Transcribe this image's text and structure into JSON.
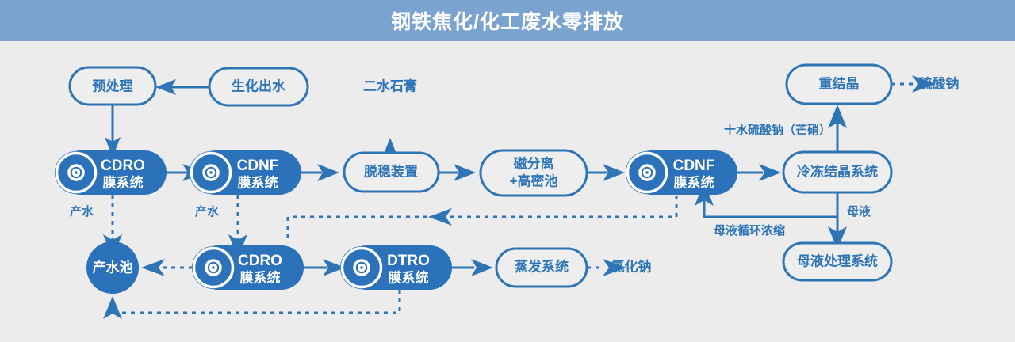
{
  "header": {
    "title": "钢铁焦化/化工废水零排放"
  },
  "colors": {
    "header_bg": "#7aa4cf",
    "page_bg": "#ececec",
    "accent": "#2e75b6",
    "node_fill": "#2b72bb",
    "node_text_light": "#ffffff"
  },
  "diagram": {
    "type": "process-flowchart",
    "nodes": [
      {
        "id": "pretreatment",
        "label": "预处理",
        "style": "pill-outline"
      },
      {
        "id": "bio-effluent",
        "label": "生化出水",
        "style": "pill-outline"
      },
      {
        "id": "gypsum",
        "label": "二水石膏",
        "style": "text"
      },
      {
        "id": "recrystal",
        "label": "重结晶",
        "style": "pill-outline"
      },
      {
        "id": "sodium-sulfate",
        "label": "硫酸钠",
        "style": "text"
      },
      {
        "id": "cdro-top",
        "label_latin": "CDRO",
        "label_cn": "膜系统",
        "style": "pill-filled-disc"
      },
      {
        "id": "cdnf-top",
        "label_latin": "CDNF",
        "label_cn": "膜系统",
        "style": "pill-filled-disc"
      },
      {
        "id": "destabilizer",
        "label": "脱稳装置",
        "style": "pill-outline"
      },
      {
        "id": "magsep",
        "label_line1": "磁分离",
        "label_line2": "+高密池",
        "style": "pill-outline"
      },
      {
        "id": "cdnf-right",
        "label_latin": "CDNF",
        "label_cn": "膜系统",
        "style": "pill-filled-disc"
      },
      {
        "id": "freeze-crystal",
        "label": "冷冻结晶系统",
        "style": "pill-outline"
      },
      {
        "id": "mother-liquor-treat",
        "label": "母液处理系统",
        "style": "pill-outline"
      },
      {
        "id": "product-pool",
        "label": "产水池",
        "style": "circle-filled"
      },
      {
        "id": "cdro-bottom",
        "label_latin": "CDRO",
        "label_cn": "膜系统",
        "style": "pill-filled-disc"
      },
      {
        "id": "dtro-bottom",
        "label_latin": "DTRO",
        "label_cn": "膜系统",
        "style": "pill-filled-disc"
      },
      {
        "id": "evaporation",
        "label": "蒸发系统",
        "style": "pill-outline"
      },
      {
        "id": "sodium-chloride",
        "label": "氯化钠",
        "style": "text"
      }
    ],
    "edge_labels": [
      {
        "id": "produced-water-1",
        "text": "产水"
      },
      {
        "id": "produced-water-2",
        "text": "产水"
      },
      {
        "id": "glauber-salt",
        "text": "十水硫酸钠（芒硝）"
      },
      {
        "id": "mother-liquor",
        "text": "母液"
      },
      {
        "id": "mother-liquor-recycle",
        "text": "母液循环浓缩"
      }
    ],
    "edges": [
      {
        "from": "bio-effluent",
        "to": "pretreatment",
        "style": "solid"
      },
      {
        "from": "pretreatment",
        "to": "cdro-top",
        "style": "solid"
      },
      {
        "from": "cdro-top",
        "to": "cdnf-top",
        "style": "solid"
      },
      {
        "from": "cdnf-top",
        "to": "destabilizer",
        "style": "solid"
      },
      {
        "from": "destabilizer",
        "to": "gypsum",
        "style": "dotted"
      },
      {
        "from": "destabilizer",
        "to": "magsep",
        "style": "solid"
      },
      {
        "from": "magsep",
        "to": "cdnf-right",
        "style": "solid"
      },
      {
        "from": "cdnf-right",
        "to": "freeze-crystal",
        "style": "solid"
      },
      {
        "from": "freeze-crystal",
        "to": "recrystal",
        "style": "solid",
        "label": "十水硫酸钠（芒硝）"
      },
      {
        "from": "recrystal",
        "to": "sodium-sulfate",
        "style": "dotted"
      },
      {
        "from": "freeze-crystal",
        "to": "mother-liquor-treat",
        "style": "solid",
        "label": "母液"
      },
      {
        "from": "mother-liquor-treat",
        "to": "cdnf-right",
        "style": "solid",
        "label": "母液循环浓缩"
      },
      {
        "from": "cdro-top",
        "to": "product-pool",
        "style": "dotted",
        "label": "产水"
      },
      {
        "from": "cdnf-top",
        "to": "cdro-bottom",
        "style": "dotted",
        "label": "产水"
      },
      {
        "from": "cdro-bottom",
        "to": "product-pool",
        "style": "dotted"
      },
      {
        "from": "cdro-bottom",
        "to": "dtro-bottom",
        "style": "solid"
      },
      {
        "from": "dtro-bottom",
        "to": "product-pool",
        "style": "dotted"
      },
      {
        "from": "dtro-bottom",
        "to": "evaporation",
        "style": "solid"
      },
      {
        "from": "evaporation",
        "to": "sodium-chloride",
        "style": "dotted"
      },
      {
        "from": "cdnf-right",
        "to": "cdro-bottom",
        "style": "dotted"
      }
    ]
  }
}
